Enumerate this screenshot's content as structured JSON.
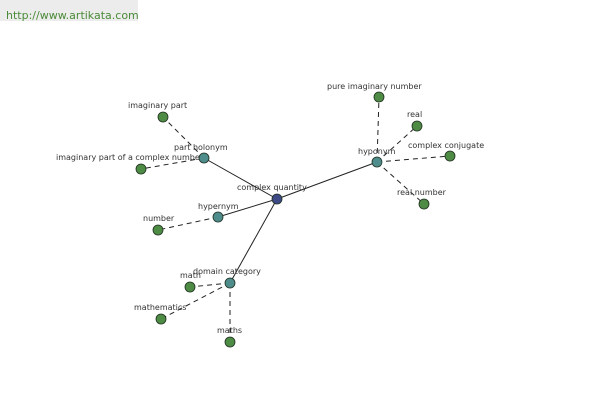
{
  "site_url": "http://www.artikata.com",
  "colors": {
    "center": "#3e4a86",
    "relation": "#4f8d8d",
    "leaf": "#4e8b44",
    "edge": "#222222"
  },
  "graph": {
    "nodes": [
      {
        "id": "complex-quantity",
        "label": "complex quantity",
        "kind": "center"
      },
      {
        "id": "hyponym",
        "label": "hyponym",
        "kind": "relation"
      },
      {
        "id": "part-holonym",
        "label": "part holonym",
        "kind": "relation"
      },
      {
        "id": "hypernym",
        "label": "hypernym",
        "kind": "relation"
      },
      {
        "id": "domain-category",
        "label": "domain category",
        "kind": "relation"
      },
      {
        "id": "pure-imaginary-number",
        "label": "pure imaginary number",
        "kind": "leaf"
      },
      {
        "id": "real",
        "label": "real",
        "kind": "leaf"
      },
      {
        "id": "complex-conjugate",
        "label": "complex conjugate",
        "kind": "leaf"
      },
      {
        "id": "real-number",
        "label": "real number",
        "kind": "leaf"
      },
      {
        "id": "imaginary-part",
        "label": "imaginary part",
        "kind": "leaf"
      },
      {
        "id": "imaginary-part-of-a-complex-number",
        "label": "imaginary part of a complex number",
        "kind": "leaf"
      },
      {
        "id": "number",
        "label": "number",
        "kind": "leaf"
      },
      {
        "id": "math",
        "label": "math",
        "kind": "leaf"
      },
      {
        "id": "mathematics",
        "label": "mathematics",
        "kind": "leaf"
      },
      {
        "id": "maths",
        "label": "maths",
        "kind": "leaf"
      }
    ],
    "edges": [
      {
        "from": "complex-quantity",
        "to": "hyponym",
        "style": "solid"
      },
      {
        "from": "complex-quantity",
        "to": "part-holonym",
        "style": "solid"
      },
      {
        "from": "complex-quantity",
        "to": "hypernym",
        "style": "solid"
      },
      {
        "from": "complex-quantity",
        "to": "domain-category",
        "style": "solid"
      },
      {
        "from": "hyponym",
        "to": "pure-imaginary-number",
        "style": "dashed"
      },
      {
        "from": "hyponym",
        "to": "real",
        "style": "dashed"
      },
      {
        "from": "hyponym",
        "to": "complex-conjugate",
        "style": "dashed"
      },
      {
        "from": "hyponym",
        "to": "real-number",
        "style": "dashed"
      },
      {
        "from": "part-holonym",
        "to": "imaginary-part",
        "style": "dashed"
      },
      {
        "from": "part-holonym",
        "to": "imaginary-part-of-a-complex-number",
        "style": "dashed"
      },
      {
        "from": "hypernym",
        "to": "number",
        "style": "dashed"
      },
      {
        "from": "domain-category",
        "to": "math",
        "style": "dashed"
      },
      {
        "from": "domain-category",
        "to": "mathematics",
        "style": "dashed"
      },
      {
        "from": "domain-category",
        "to": "maths",
        "style": "dashed"
      }
    ]
  }
}
